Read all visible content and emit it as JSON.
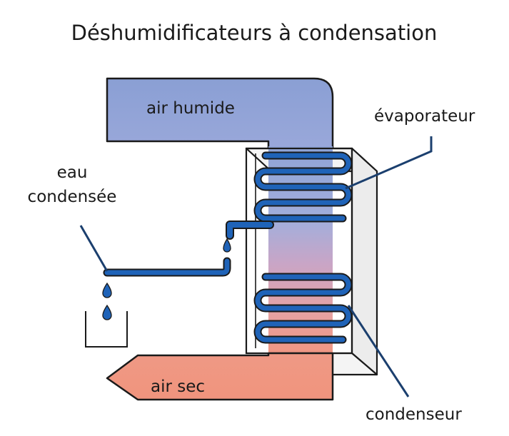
{
  "title": "Déshumidificateurs à condensation",
  "labels": {
    "humid_air": "air humide",
    "dry_air": "air sec",
    "evaporator": "évaporateur",
    "condensed_water_line1": "eau",
    "condensed_water_line2": "condensée",
    "condenser": "condenseur"
  },
  "colors": {
    "humid_air": "#8fa3d6",
    "dry_air": "#f0947d",
    "coil": "#1f63b8",
    "outline": "#1a1a1a",
    "leader": "#1b3f6e"
  }
}
